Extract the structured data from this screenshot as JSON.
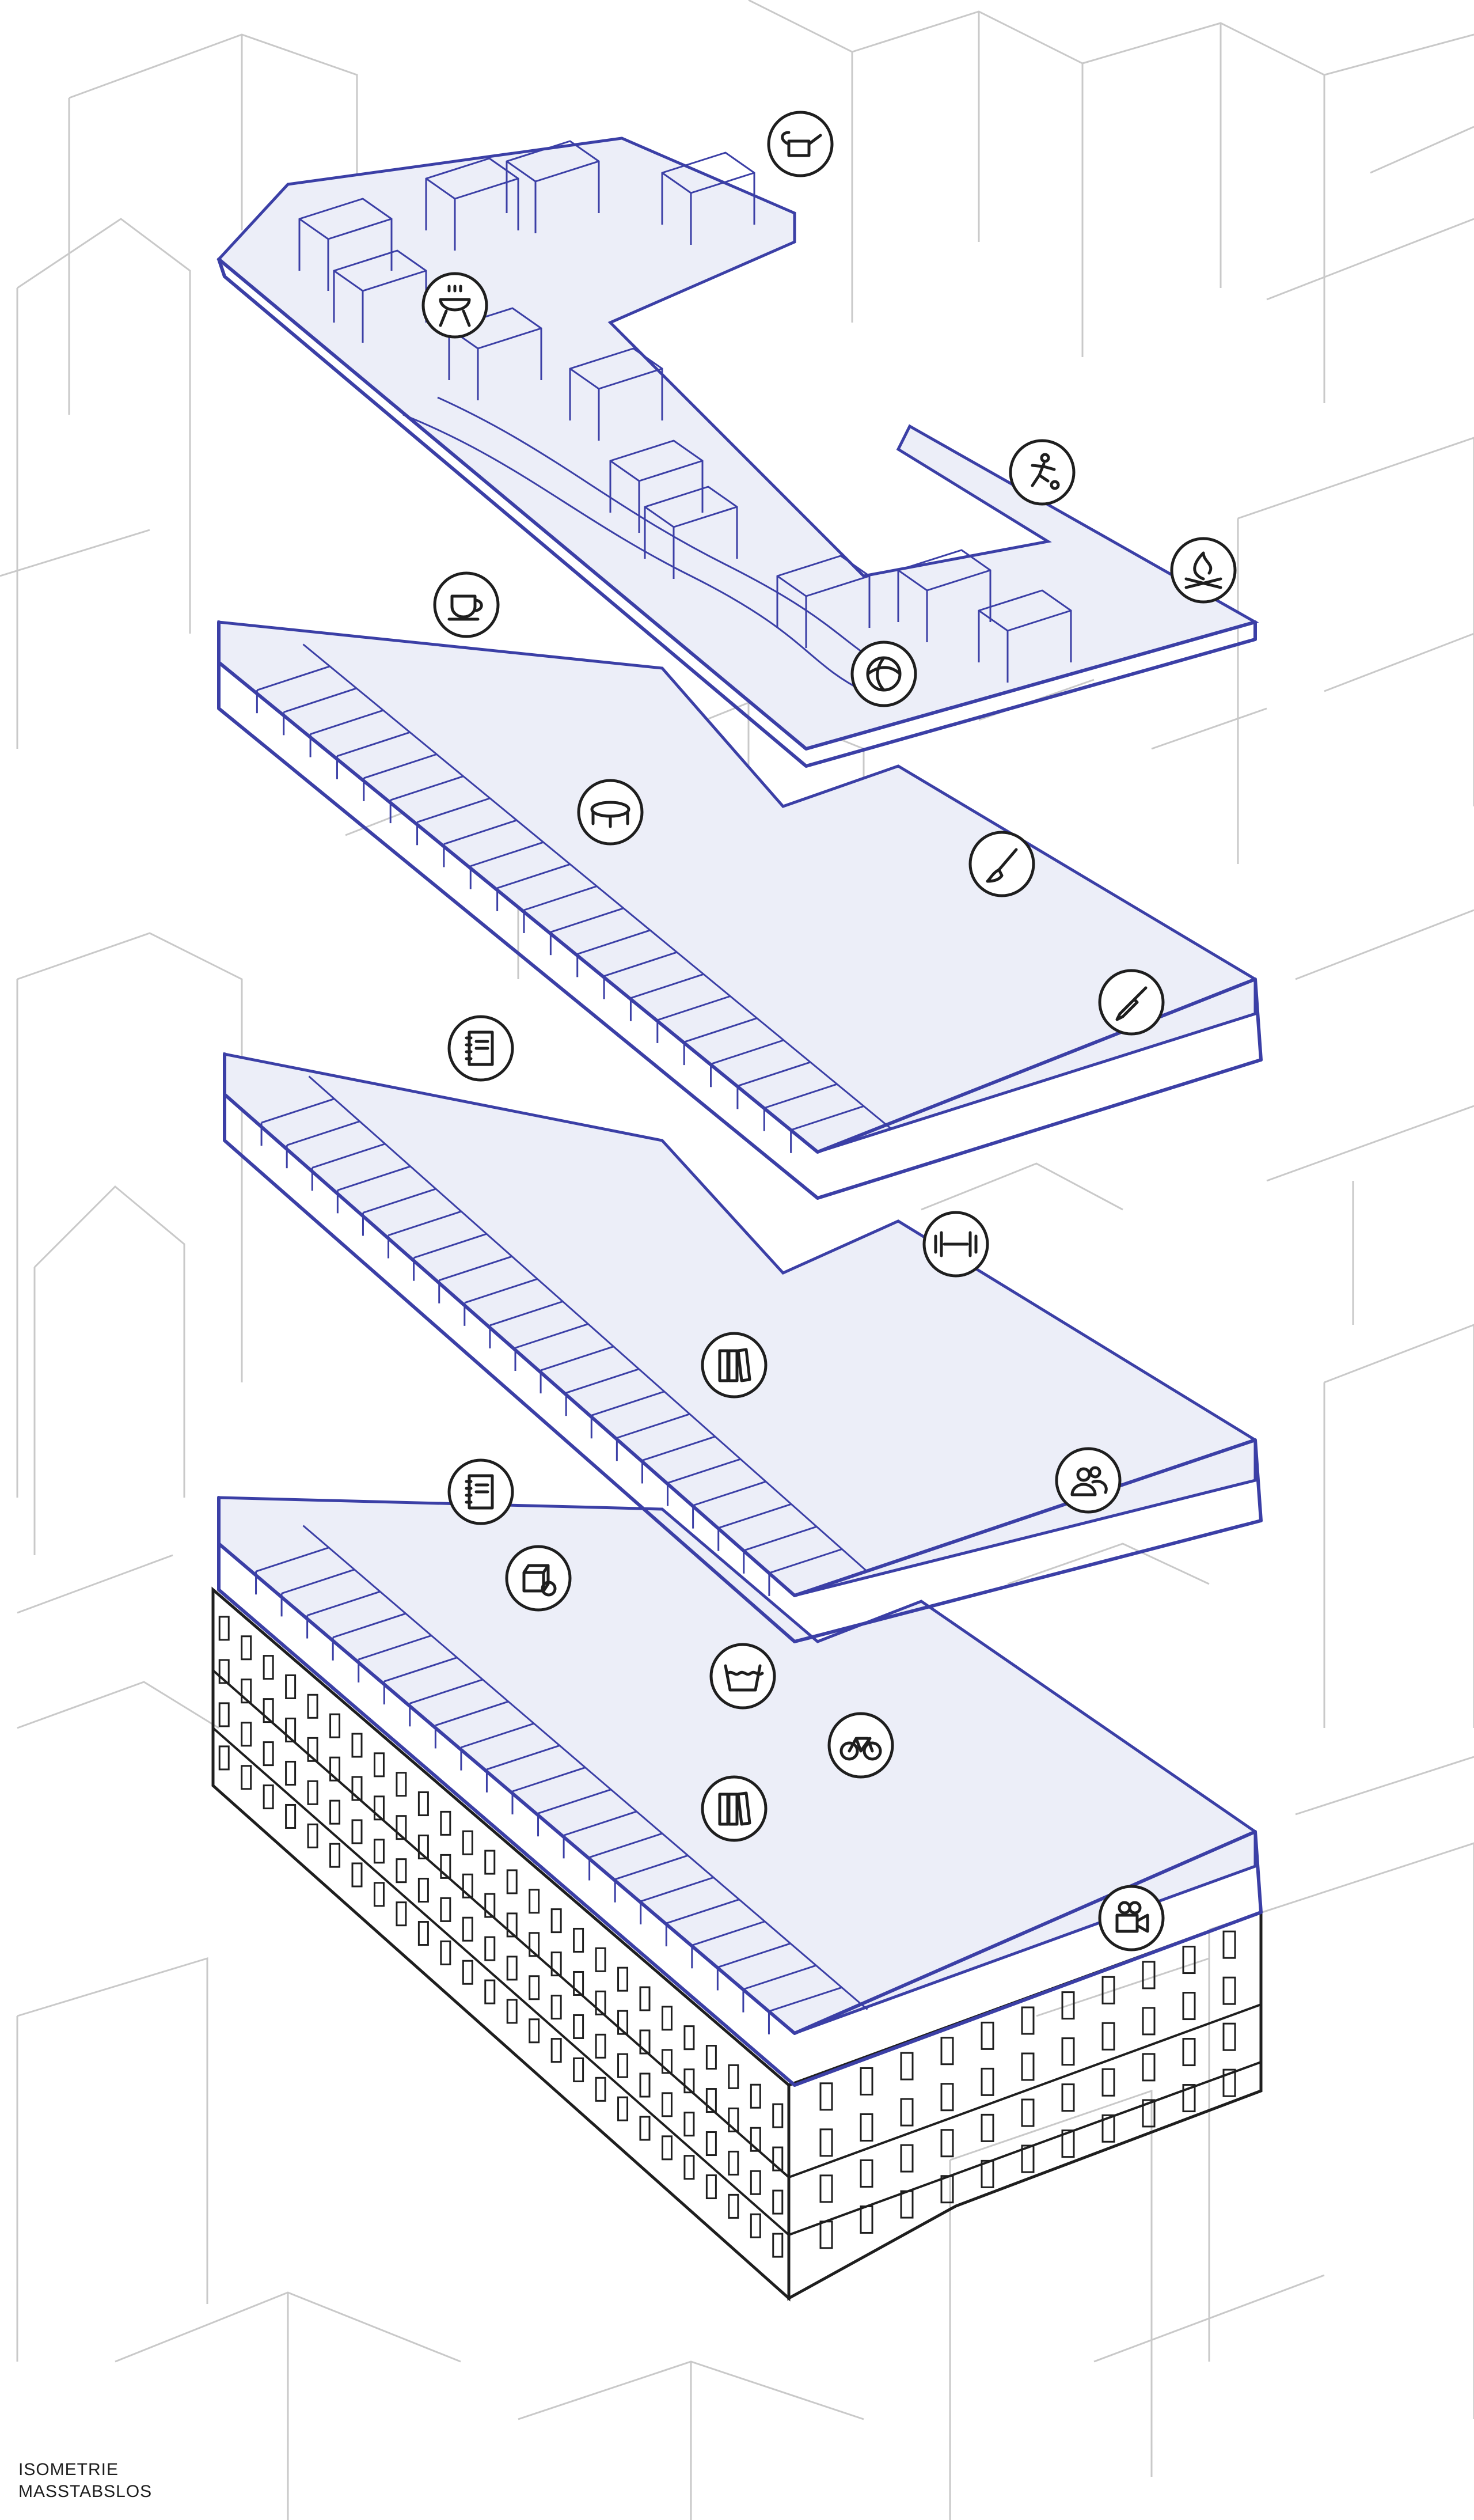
{
  "caption": {
    "line1": "ISOMETRIE",
    "line2": "MASSTABSLOS"
  },
  "colors": {
    "plan_line": "#3b3fa6",
    "plan_fill": "#eceef8",
    "context_line": "#c9c9c9",
    "ink": "#1e1e1e"
  },
  "icons": [
    {
      "name": "watering-can-icon",
      "meaning": "gardening"
    },
    {
      "name": "grill-icon",
      "meaning": "barbecue"
    },
    {
      "name": "football-player-icon",
      "meaning": "sports field"
    },
    {
      "name": "campfire-icon",
      "meaning": "fire pit"
    },
    {
      "name": "ball-icon",
      "meaning": "playground"
    },
    {
      "name": "coffee-cup-icon",
      "meaning": "cafe"
    },
    {
      "name": "trampoline-icon",
      "meaning": "trampoline"
    },
    {
      "name": "paintbrush-icon",
      "meaning": "art studio"
    },
    {
      "name": "screwdriver-icon",
      "meaning": "workshop"
    },
    {
      "name": "notebook-icon",
      "meaning": "study"
    },
    {
      "name": "dumbbell-icon",
      "meaning": "gym"
    },
    {
      "name": "books-icon",
      "meaning": "library"
    },
    {
      "name": "people-icon",
      "meaning": "community"
    },
    {
      "name": "notebook-icon",
      "meaning": "study"
    },
    {
      "name": "parcel-icon",
      "meaning": "parcel station"
    },
    {
      "name": "laundry-icon",
      "meaning": "laundry"
    },
    {
      "name": "bicycle-icon",
      "meaning": "bike storage"
    },
    {
      "name": "books-icon",
      "meaning": "library"
    },
    {
      "name": "video-camera-icon",
      "meaning": "cinema"
    }
  ]
}
